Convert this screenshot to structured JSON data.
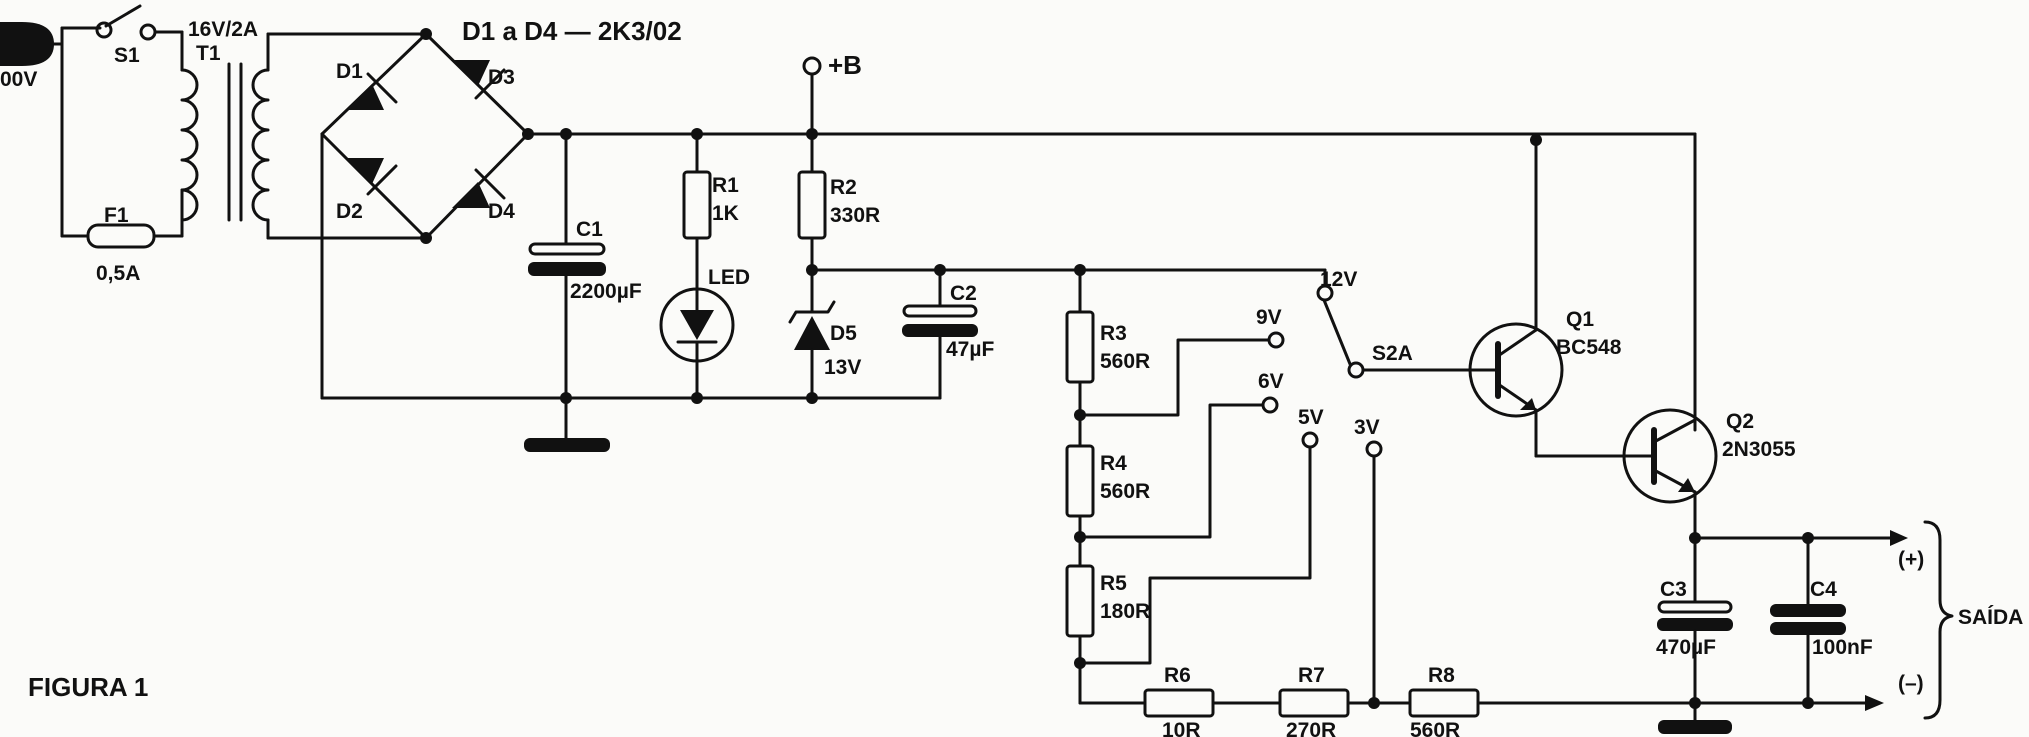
{
  "figure_title": "FIGURA 1",
  "mains": {
    "voltage": "00V"
  },
  "switch_s1": {
    "name": "S1"
  },
  "transformer": {
    "name": "T1",
    "rating": "16V/2A"
  },
  "diodes_note": "D1 a D4 — 2K3/02",
  "diodes": {
    "d1": "D1",
    "d2": "D2",
    "d3": "D3",
    "d4": "D4"
  },
  "fuse": {
    "name": "F1",
    "value": "0,5A"
  },
  "supply_point": "+B",
  "c1": {
    "name": "C1",
    "value": "2200µF"
  },
  "r1": {
    "name": "R1",
    "value": "1K"
  },
  "led": {
    "name": "LED"
  },
  "r2": {
    "name": "R2",
    "value": "330R"
  },
  "d5": {
    "name": "D5",
    "value": "13V"
  },
  "c2": {
    "name": "C2",
    "value": "47µF"
  },
  "r3": {
    "name": "R3",
    "value": "560R"
  },
  "r4": {
    "name": "R4",
    "value": "560R"
  },
  "r5": {
    "name": "R5",
    "value": "180R"
  },
  "r6": {
    "name": "R6",
    "value": "10R"
  },
  "r7": {
    "name": "R7",
    "value": "270R"
  },
  "r8": {
    "name": "R8",
    "value": "560R"
  },
  "selector": {
    "name": "S2A",
    "t12": "12V",
    "t9": "9V",
    "t6": "6V",
    "t5": "5V",
    "t3": "3V"
  },
  "q1": {
    "name": "Q1",
    "part": "BC548"
  },
  "q2": {
    "name": "Q2",
    "part": "2N3055"
  },
  "c3": {
    "name": "C3",
    "value": "470µF"
  },
  "c4": {
    "name": "C4",
    "value": "100nF"
  },
  "output": {
    "label": "SAÍDA",
    "plus": "(+)",
    "minus": "(–)"
  }
}
